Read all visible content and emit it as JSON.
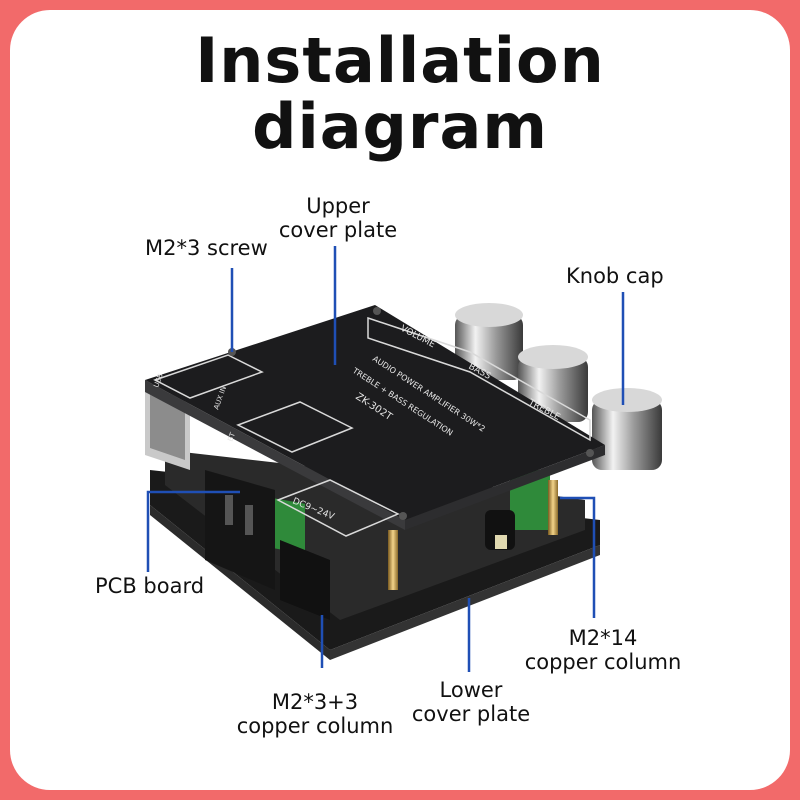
{
  "title": {
    "line1": "Installation",
    "line2": "diagram"
  },
  "labels": {
    "upper_cover_plate": [
      "Upper",
      "cover plate"
    ],
    "m2x3_screw": "M2*3 screw",
    "knob_cap": "Knob cap",
    "pcb_board": "PCB board",
    "m2x14_copper_column": [
      "M2*14",
      "copper column"
    ],
    "lower_cover_plate": [
      "Lower",
      "cover plate"
    ],
    "m2x3_3_copper_column": [
      "M2*3+3",
      "copper column"
    ]
  },
  "board_markings": {
    "volume": "VOLUME",
    "bass": "BASS",
    "treble": "TREBLE",
    "model": "ZK-302T",
    "line1": "TREBLE + BASS REGULATION",
    "line2": "AUDIO POWER AMPLIFIER 30W*2",
    "voltage": "DC9~24V",
    "usb": "USB",
    "aux_in": "AUX IN",
    "bt": "BT"
  },
  "colors": {
    "frame": "#f26a6a",
    "card": "#ffffff",
    "leader": "#1f4fb5",
    "plate": "#1c1c1e"
  }
}
